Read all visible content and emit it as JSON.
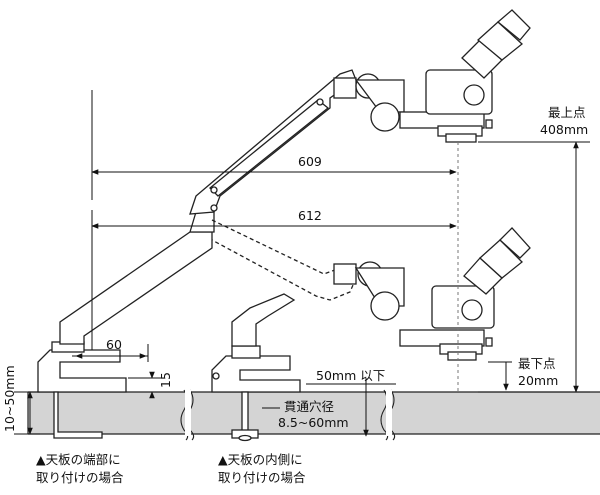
{
  "dimensions": {
    "reach_top": "609",
    "reach_bottom": "612",
    "clamp_depth": "60",
    "clamp_thickness": "15",
    "table_thickness": "10~50mm",
    "inner_limit": "50mm 以下",
    "hole": [
      "貫通穴径",
      "8.5~60mm"
    ],
    "top_point": [
      "最上点",
      "408mm"
    ],
    "bottom_point": [
      "最下点",
      "20mm"
    ]
  },
  "captions": {
    "edge_mount": [
      "▲天板の端部に",
      "取り付けの場合"
    ],
    "inner_mount": [
      "▲天板の内側に",
      "取り付けの場合"
    ]
  }
}
